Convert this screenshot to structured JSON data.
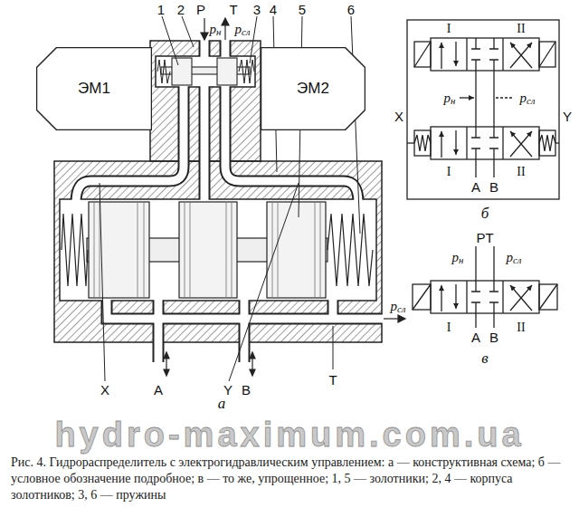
{
  "diagram": {
    "caption": "Рис. 4. Гидрораспределитель с электрогидравлическим управлением: а — конструктивная схема; б — условное обозначение подробное; в — то же, упрощенное; 1, 5 — золотники; 2, 4 — корпуса золотников; 3, 6 — пружины",
    "nodes": [
      {
        "text": [
          "ЭМ1"
        ]
      },
      {
        "text": [
          "ЭМ2"
        ]
      }
    ],
    "labels": [
      "1",
      "2",
      "P",
      "T",
      "3",
      "4",
      "5",
      "6",
      "pн",
      "pсл",
      "I",
      "II",
      "X",
      "Y",
      "pн",
      "pсл",
      "I",
      "II",
      "A",
      "B",
      "б",
      "PT",
      "pн",
      "pсл",
      "I",
      "A",
      "B",
      "II",
      "в",
      "pсл",
      "X",
      "A",
      "Y",
      "B",
      "T",
      "а",
      "hydro-maximum.com.ua"
    ]
  }
}
